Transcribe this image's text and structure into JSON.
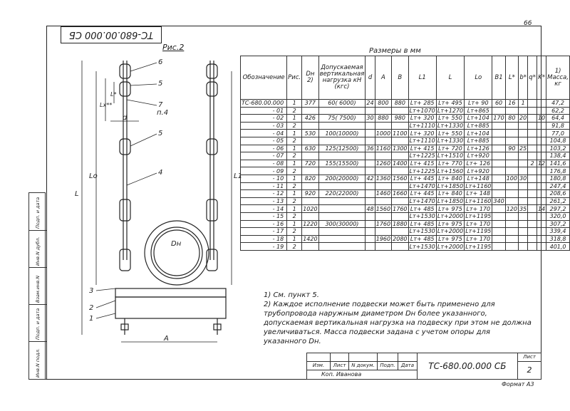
{
  "doc_number": "ТС-680.00.000 СБ",
  "sheet_corner": "66",
  "figure_label": "Рис.2",
  "dims_title": "Размеры в мм",
  "drawing_labels": {
    "callouts": [
      "6",
      "5",
      "7",
      "п.4",
      "5",
      "4",
      "3",
      "2",
      "1"
    ],
    "dim_L": "L",
    "dim_Lo": "Lo",
    "dim_L1": "L1",
    "dim_Lx": "Lх**",
    "dim_Ld": "L*",
    "dim_d": "d",
    "dim_Dn": "Dн",
    "dim_A": "A"
  },
  "table": {
    "headers": [
      "Обозначение",
      "Рис.",
      "Dн 2)",
      "Допускаемая вертикальная нагрузка кН (кгс)",
      "d",
      "A",
      "B",
      "L1",
      "L",
      "Lo",
      "B1",
      "L*",
      "b*",
      "q*",
      "K*",
      "1) Масса, кг"
    ],
    "rows": [
      [
        "ТС-680.00.000",
        "1",
        "377",
        "60( 6000)",
        "24",
        "800",
        "880",
        "Lт+ 285",
        "Lт+ 495",
        "Lт+ 90",
        "60",
        "16",
        "1",
        "",
        "",
        "47,2"
      ],
      [
        "- 01",
        "2",
        "",
        "",
        "",
        "",
        "",
        "Lт+1070",
        "Lт+1270",
        "Lт+865",
        "",
        "",
        "",
        "",
        "",
        "62,2"
      ],
      [
        "- 02",
        "1",
        "426",
        "75( 7500)",
        "30",
        "880",
        "980",
        "Lт+ 320",
        "Lт+ 550",
        "Lт+104",
        "170",
        "80",
        "20",
        "",
        "10",
        "64,4"
      ],
      [
        "- 03",
        "2",
        "",
        "",
        "",
        "",
        "",
        "Lт+1110",
        "Lт+1330",
        "Lт+885",
        "",
        "",
        "",
        "",
        "",
        "91,8"
      ],
      [
        "- 04",
        "1",
        "530",
        "100(10000)",
        "",
        "1000",
        "1100",
        "Lт+ 320",
        "Lт+ 550",
        "Lт+104",
        "",
        "",
        "",
        "",
        "",
        "77,0"
      ],
      [
        "- 05",
        "2",
        "",
        "",
        "",
        "",
        "",
        "Lт+1110",
        "Lт+1330",
        "Lт+885",
        "",
        "",
        "",
        "",
        "",
        "104,8"
      ],
      [
        "- 06",
        "1",
        "630",
        "125(12500)",
        "36",
        "1160",
        "1300",
        "Lт+ 415",
        "Lт+ 720",
        "Lт+126",
        "",
        "90",
        "25",
        "",
        "",
        "103,2"
      ],
      [
        "- 07",
        "2",
        "",
        "",
        "",
        "",
        "",
        "Lт+1225",
        "Lт+1510",
        "Lт+920",
        "",
        "",
        "",
        "",
        "",
        "138,4"
      ],
      [
        "- 08",
        "1",
        "720",
        "155(15500)",
        "",
        "1260",
        "1400",
        "Lт+ 415",
        "Lт+ 770",
        "Lт+ 126",
        "",
        "",
        "",
        "2",
        "12",
        "141,6"
      ],
      [
        "- 09",
        "2",
        "",
        "",
        "",
        "",
        "",
        "Lт+1225",
        "Lт+1560",
        "Lт+920",
        "",
        "",
        "",
        "",
        "",
        "176,8"
      ],
      [
        "- 10",
        "1",
        "820",
        "200(20000)",
        "42",
        "1360",
        "1560",
        "Lт+ 445",
        "Lт+ 840",
        "Lт+148",
        "",
        "100",
        "30",
        "",
        "",
        "180,8"
      ],
      [
        "- 11",
        "2",
        "",
        "",
        "",
        "",
        "",
        "Lт+1470",
        "Lт+1850",
        "Lт+1160",
        "",
        "",
        "",
        "",
        "",
        "247,4"
      ],
      [
        "- 12",
        "1",
        "920",
        "220(22000)",
        "",
        "1460",
        "1660",
        "Lт+ 445",
        "Lт+ 840",
        "Lт+ 148",
        "",
        "",
        "",
        "",
        "",
        "208,6"
      ],
      [
        "- 13",
        "2",
        "",
        "",
        "",
        "",
        "",
        "Lт+1470",
        "Lт+1850",
        "Lт+1160",
        "340",
        "",
        "",
        "",
        "",
        "261,2"
      ],
      [
        "- 14",
        "1",
        "1020",
        "",
        "48",
        "1560",
        "1760",
        "Lт+ 485",
        "Lт+ 975",
        "Lт+ 170",
        "",
        "120",
        "35",
        "",
        "14",
        "297,2"
      ],
      [
        "- 15",
        "2",
        "",
        "",
        "",
        "",
        "",
        "Lт+1530",
        "Lт+2000",
        "Lт+1195",
        "",
        "",
        "",
        "",
        "",
        "320,0"
      ],
      [
        "- 16",
        "1",
        "1220",
        "300(30000)",
        "",
        "1760",
        "1880",
        "Lт+ 485",
        "Lт+ 975",
        "Lт+ 170",
        "",
        "",
        "",
        "",
        "",
        "307,2"
      ],
      [
        "- 17",
        "2",
        "",
        "",
        "",
        "",
        "",
        "Lт+1530",
        "Lт+2000",
        "Lт+1195",
        "",
        "",
        "",
        "",
        "",
        "339,4"
      ],
      [
        "- 18",
        "1",
        "1420",
        "",
        "",
        "1960",
        "2080",
        "Lт+ 485",
        "Lт+ 975",
        "Lт+ 170",
        "",
        "",
        "",
        "",
        "",
        "318,8"
      ],
      [
        "- 19",
        "2",
        "",
        "",
        "",
        "",
        "",
        "Lт+1530",
        "Lт+2000",
        "Lт+1195",
        "",
        "",
        "",
        "",
        "",
        "401,0"
      ]
    ]
  },
  "notes": [
    "1) См. пункт 5.",
    "2) Каждое исполнение подвески может быть применено для трубопровода наружным диаметром Dн более указанного, допускаемая вертикальная нагрузка на подвеску при этом не должна увеличиваться. Масса подвески задана с учетом опоры для указанного Dн."
  ],
  "stamp": {
    "cols": [
      "Изм.",
      "Лист",
      "N докум.",
      "Подп.",
      "Дата"
    ],
    "copied": "Коп. Иванова",
    "sheet_label": "Лист",
    "sheet_number": "2",
    "format": "Формат А3"
  },
  "side_stamp": [
    "Инв.N подл.",
    "Подп. и дата",
    "Взам.инв.N",
    "Инв.N дубл.",
    "Подп. и дата"
  ]
}
